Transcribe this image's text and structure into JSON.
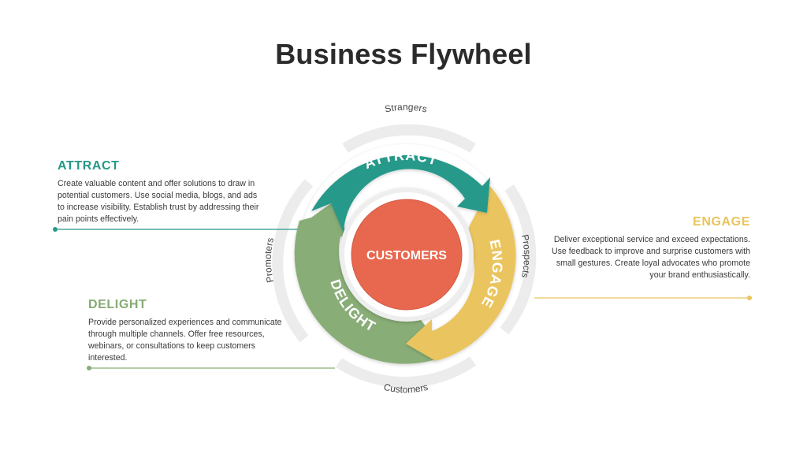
{
  "title": "Business Flywheel",
  "center_label": "CUSTOMERS",
  "wheel": {
    "attract": "ATTRACT",
    "engage": "ENGAGE",
    "delight": "DELIGHT"
  },
  "outer_labels": {
    "top": "Strangers",
    "right": "Prospects",
    "bottom": "Customers",
    "left": "Promoters"
  },
  "stages": {
    "attract": {
      "heading": "ATTRACT",
      "text": "Create valuable content and offer solutions to draw in potential customers. Use social media, blogs, and ads to increase visibility. Establish trust by addressing their pain points effectively."
    },
    "engage": {
      "heading": "ENGAGE",
      "text": "Deliver exceptional service and exceed expectations. Use feedback to improve and surprise customers with small gestures. Create loyal advocates who promote your brand enthusiastically."
    },
    "delight": {
      "heading": "DELIGHT",
      "text": "Provide personalized experiences and communicate through multiple channels. Offer free resources, webinars, or consultations to keep customers interested."
    }
  },
  "colors": {
    "attract": "#28998a",
    "engage": "#eac55e",
    "delight": "#89ad77",
    "center": "#e7684f",
    "outer_ring": "#eeeeee"
  }
}
